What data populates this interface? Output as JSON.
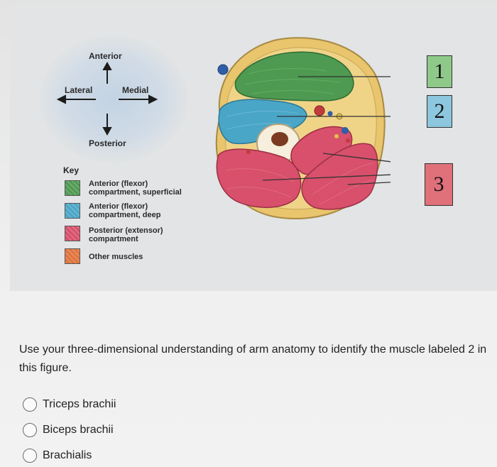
{
  "figure": {
    "orientation": {
      "anterior": "Anterior",
      "posterior": "Posterior",
      "lateral": "Lateral",
      "medial": "Medial"
    },
    "key": {
      "title": "Key",
      "items": [
        {
          "line1": "Anterior (flexor)",
          "line2": "compartment, superficial",
          "color": "#4e9a52"
        },
        {
          "line1": "Anterior (flexor)",
          "line2": "compartment, deep",
          "color": "#4aa6c7"
        },
        {
          "line1": "Posterior (extensor)",
          "line2": "compartment",
          "color": "#d8506b"
        },
        {
          "line1": "Other muscles",
          "line2": "",
          "color": "#e0743c"
        }
      ]
    },
    "labels": [
      {
        "number": "1",
        "color": "#8fc98a"
      },
      {
        "number": "2",
        "color": "#8cc6df"
      },
      {
        "number": "3",
        "color": "#e0707a"
      }
    ]
  },
  "question": {
    "text": "Use your three-dimensional understanding of arm anatomy to identify the muscle labeled 2 in this figure.",
    "options": [
      "Triceps brachii",
      "Biceps brachii",
      "Brachialis"
    ]
  }
}
